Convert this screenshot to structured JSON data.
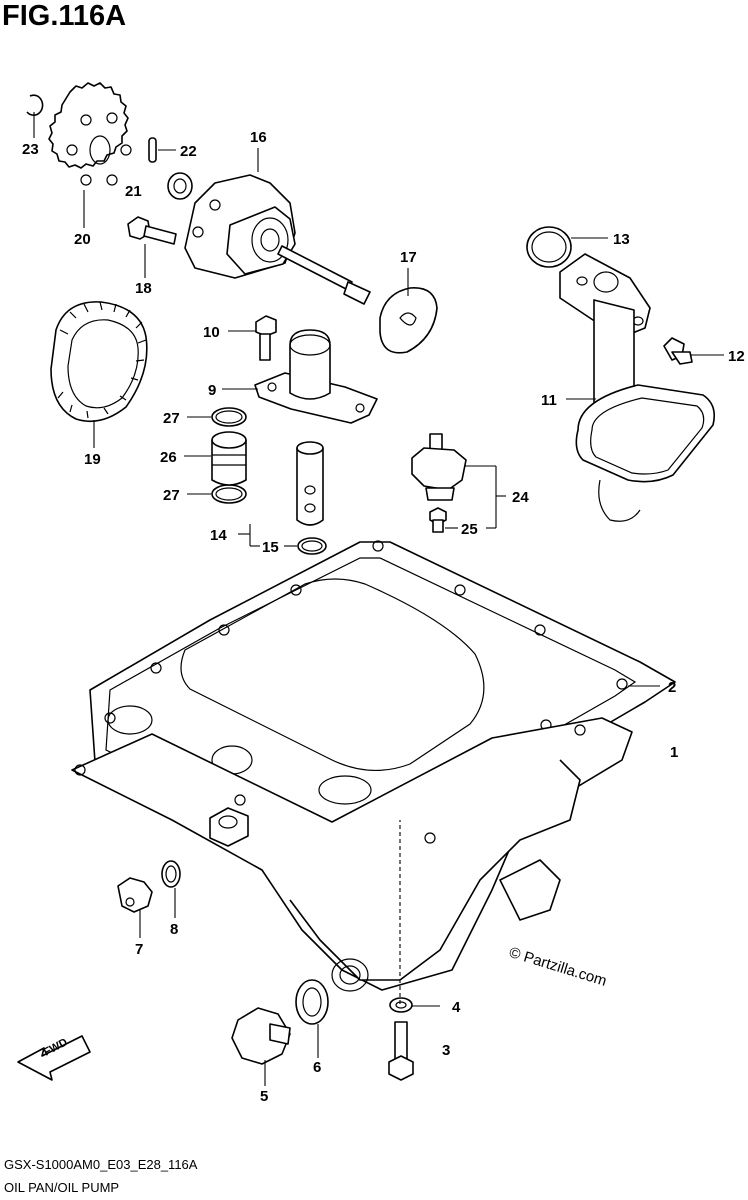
{
  "figure": {
    "title": "FIG.116A",
    "code": "GSX-S1000AM0_E03_E28_116A",
    "caption": "OIL PAN/OIL PUMP",
    "copyright": "© Partzilla.com",
    "fwd_label": "FWD"
  },
  "callouts": [
    {
      "id": "1",
      "label": "1"
    },
    {
      "id": "2",
      "label": "2"
    },
    {
      "id": "3",
      "label": "3"
    },
    {
      "id": "4",
      "label": "4"
    },
    {
      "id": "5",
      "label": "5"
    },
    {
      "id": "6",
      "label": "6"
    },
    {
      "id": "7",
      "label": "7"
    },
    {
      "id": "8",
      "label": "8"
    },
    {
      "id": "9",
      "label": "9"
    },
    {
      "id": "10",
      "label": "10"
    },
    {
      "id": "11",
      "label": "11"
    },
    {
      "id": "12",
      "label": "12"
    },
    {
      "id": "13",
      "label": "13"
    },
    {
      "id": "14",
      "label": "14"
    },
    {
      "id": "15",
      "label": "15"
    },
    {
      "id": "16",
      "label": "16"
    },
    {
      "id": "17",
      "label": "17"
    },
    {
      "id": "18",
      "label": "18"
    },
    {
      "id": "19",
      "label": "19"
    },
    {
      "id": "20",
      "label": "20"
    },
    {
      "id": "21",
      "label": "21"
    },
    {
      "id": "22",
      "label": "22"
    },
    {
      "id": "23",
      "label": "23"
    },
    {
      "id": "24",
      "label": "24"
    },
    {
      "id": "25",
      "label": "25"
    },
    {
      "id": "26",
      "label": "26"
    },
    {
      "id": "27a",
      "label": "27"
    },
    {
      "id": "27b",
      "label": "27"
    }
  ]
}
